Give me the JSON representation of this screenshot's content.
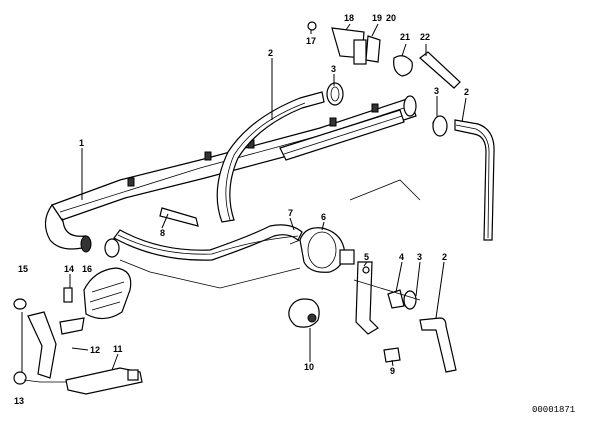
{
  "labels": {
    "p1": "1",
    "p2a": "2",
    "p2b": "2",
    "p2c": "2",
    "p3a": "3",
    "p3b": "3",
    "p3c": "3",
    "p4": "4",
    "p5": "5",
    "p6": "6",
    "p7": "7",
    "p8": "8",
    "p9": "9",
    "p10": "10",
    "p11": "11",
    "p12": "12",
    "p13": "13",
    "p14": "14",
    "p15": "15",
    "p16": "16",
    "p17": "17",
    "p18": "18",
    "p19": "19",
    "p20": "20",
    "p21": "21",
    "p22": "22"
  },
  "drawing_code": "00001871",
  "colors": {
    "line": "#000000",
    "background": "#ffffff"
  }
}
